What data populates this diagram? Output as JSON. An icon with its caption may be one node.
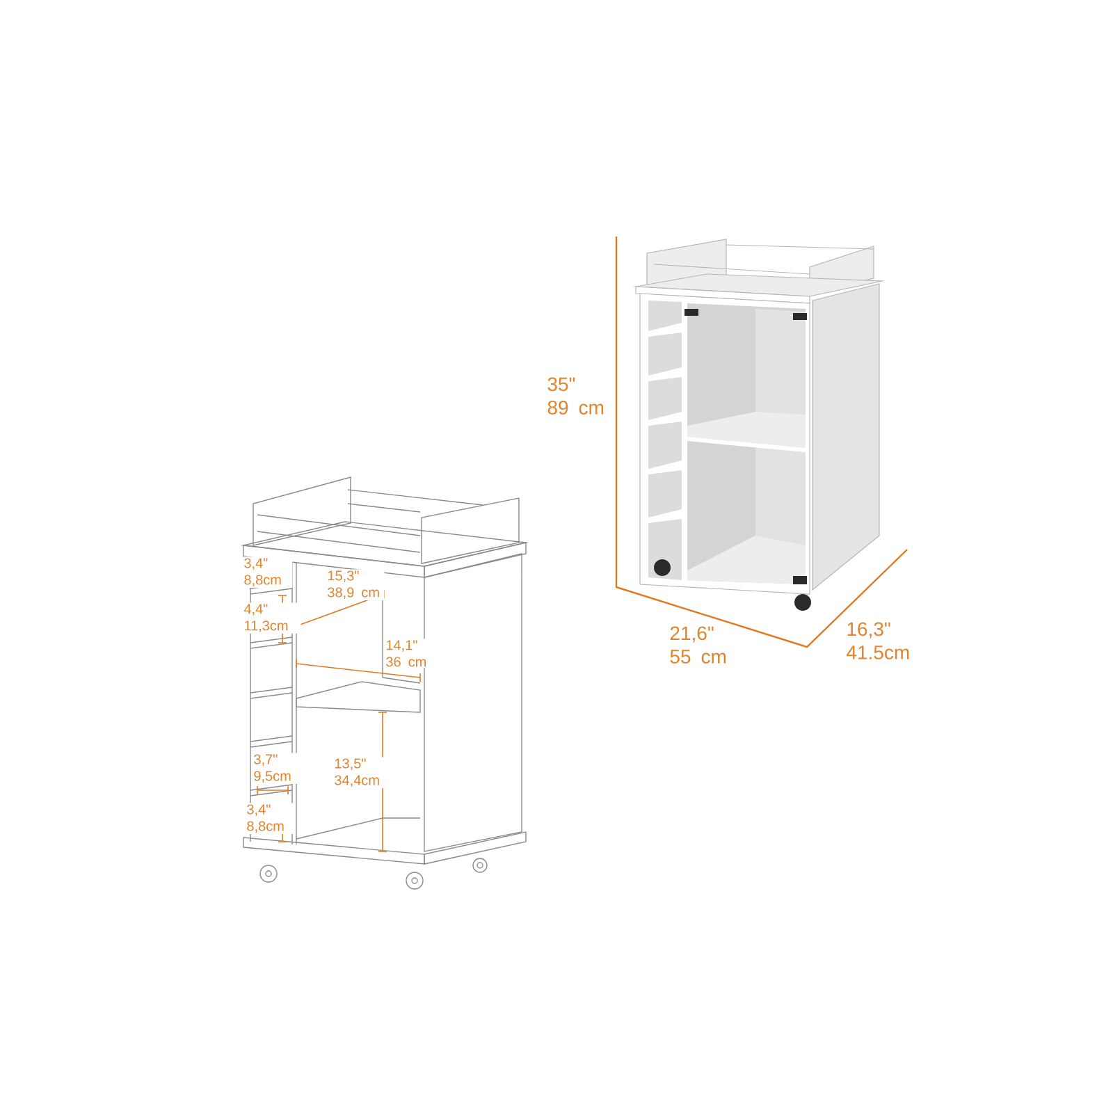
{
  "diagram": {
    "labels": [
      "35\" 89 cm",
      "3,4\" 8,8cm",
      "15,3\" 38,9 cm",
      "4,4\" 11,3cm",
      "21,6\" 55 cm",
      "16,3\" 41.5cm",
      "14,1\" 36 cm",
      "3,7\" 9,5cm",
      "13,5\" 34,4cm",
      "3,4\" 8,8cm"
    ]
  }
}
